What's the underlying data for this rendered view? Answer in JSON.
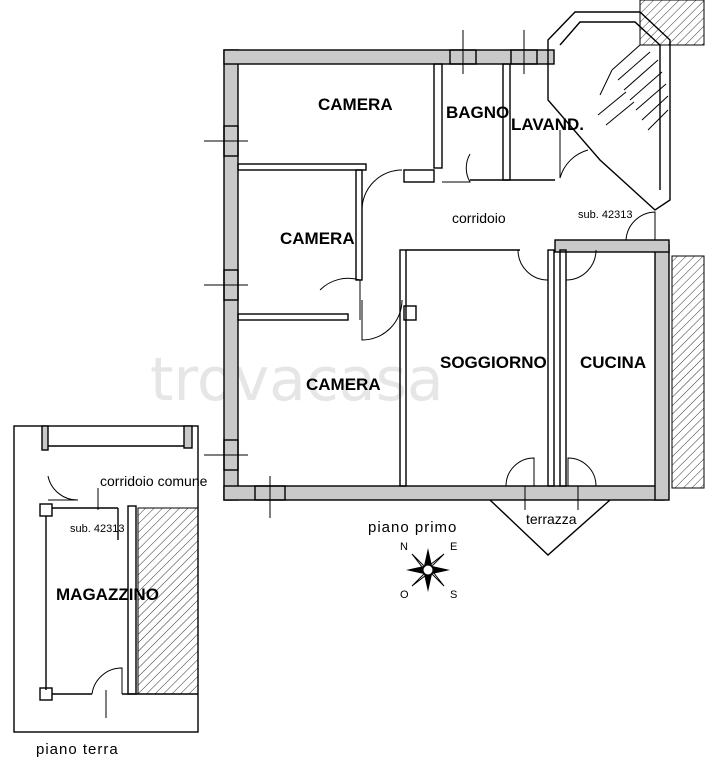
{
  "watermark": "trovacasa",
  "first_floor": {
    "caption": "piano primo",
    "rooms": {
      "camera_top": "CAMERA",
      "camera_mid": "CAMERA",
      "camera_bottom": "CAMERA",
      "bagno": "BAGNO",
      "lavanderia": "LAVAND.",
      "corridoio": "corridoio",
      "soggiorno": "SOGGIORNO",
      "cucina": "CUCINA",
      "terrazza": "terrazza"
    },
    "subalterno": "sub. 42313"
  },
  "ground_floor": {
    "caption": "piano terra",
    "rooms": {
      "corridoio_comune": "corridoio comune",
      "magazzino": "MAGAZZINO"
    },
    "subalterno": "sub. 42313"
  },
  "compass": {
    "letters": [
      "N",
      "E",
      "S",
      "O"
    ]
  }
}
